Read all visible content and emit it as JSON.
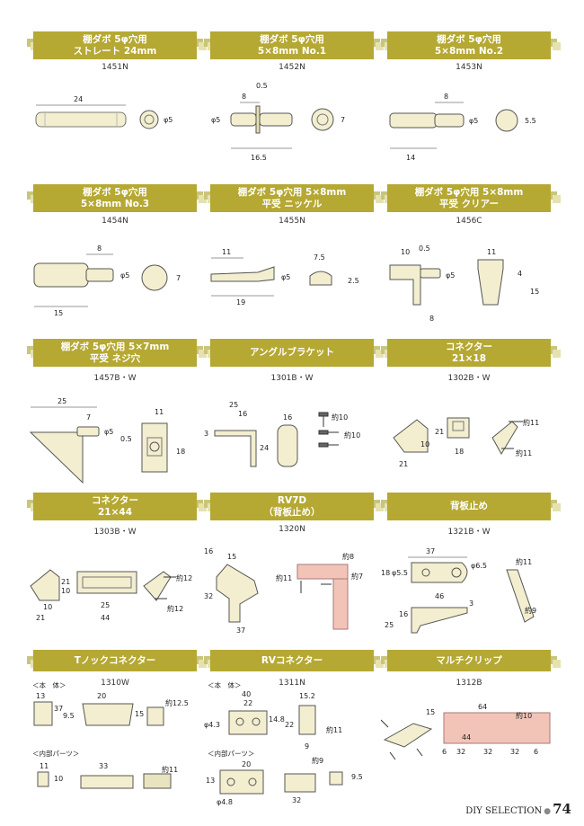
{
  "items": [
    {
      "title": [
        "棚ダボ 5φ穴用",
        "ストレート 24mm"
      ],
      "code": "1451N",
      "dims": [
        "24",
        "φ5"
      ]
    },
    {
      "title": [
        "棚ダボ 5φ穴用",
        "5×8mm No.1"
      ],
      "code": "1452N",
      "dims": [
        "0.5",
        "8",
        "φ5",
        "16.5",
        "7"
      ]
    },
    {
      "title": [
        "棚ダボ 5φ穴用",
        "5×8mm No.2"
      ],
      "code": "1453N",
      "dims": [
        "8",
        "φ5",
        "14",
        "5.5"
      ]
    },
    {
      "title": [
        "棚ダボ 5φ穴用",
        "5×8mm No.3"
      ],
      "code": "1454N",
      "dims": [
        "8",
        "φ5",
        "15",
        "7"
      ]
    },
    {
      "title": [
        "棚ダボ 5φ穴用 5×8mm",
        "平受 ニッケル"
      ],
      "code": "1455N",
      "dims": [
        "11",
        "φ5",
        "19",
        "7.5",
        "2.5"
      ]
    },
    {
      "title": [
        "棚ダボ 5φ穴用 5×8mm",
        "平受 クリアー"
      ],
      "code": "1456C",
      "dims": [
        "10",
        "0.5",
        "φ5",
        "8",
        "11",
        "4",
        "15"
      ]
    },
    {
      "title": [
        "棚ダボ 5φ穴用 5×7mm",
        "平受 ネジ穴"
      ],
      "code": "1457B・W",
      "dims": [
        "25",
        "7",
        "φ5",
        "0.5",
        "11",
        "18"
      ]
    },
    {
      "title": [
        "アングルブラケット"
      ],
      "code": "1301B・W",
      "dims": [
        "25",
        "16",
        "3",
        "24",
        "16",
        "約10",
        "約10"
      ]
    },
    {
      "title": [
        "コネクター",
        "21×18"
      ],
      "code": "1302B・W",
      "dims": [
        "10",
        "21",
        "21",
        "18",
        "約11",
        "約11"
      ]
    },
    {
      "title": [
        "コネクター",
        "21×44"
      ],
      "code": "1303B・W",
      "dims": [
        "21",
        "10",
        "10",
        "21",
        "25",
        "44",
        "約12",
        "約12"
      ]
    },
    {
      "title": [
        "RV7D",
        "（背板止め）"
      ],
      "code": "1320N",
      "dims": [
        "16",
        "15",
        "32",
        "37",
        "約11",
        "約8",
        "約7"
      ]
    },
    {
      "title": [
        "背板止め"
      ],
      "code": "1321B・W",
      "dims": [
        "37",
        "18",
        "φ5.5",
        "φ6.5",
        "約11",
        "46",
        "3",
        "16",
        "25",
        "約9"
      ]
    },
    {
      "title": [
        "Tノックコネクター"
      ],
      "code": "1310W",
      "sub": [
        "＜本　体＞",
        "＜内部パーツ＞"
      ],
      "dims": [
        "13",
        "37",
        "9.5",
        "20",
        "15",
        "約12.5",
        "11",
        "10",
        "33",
        "約11"
      ]
    },
    {
      "title": [
        "RVコネクター"
      ],
      "code": "1311N",
      "sub": [
        "＜本　体＞",
        "＜内部パーツ＞"
      ],
      "dims": [
        "40",
        "22",
        "15.2",
        "φ4.3",
        "14.8",
        "22",
        "約11",
        "9",
        "20",
        "13",
        "φ4.8",
        "32",
        "約9",
        "9.5"
      ]
    },
    {
      "title": [
        "マルチクリップ"
      ],
      "code": "1312B",
      "dims": [
        "64",
        "約10",
        "15",
        "44",
        "6",
        "32",
        "32",
        "32",
        "6"
      ]
    }
  ],
  "footer": {
    "label": "DIY SELECTION",
    "page": "74"
  }
}
